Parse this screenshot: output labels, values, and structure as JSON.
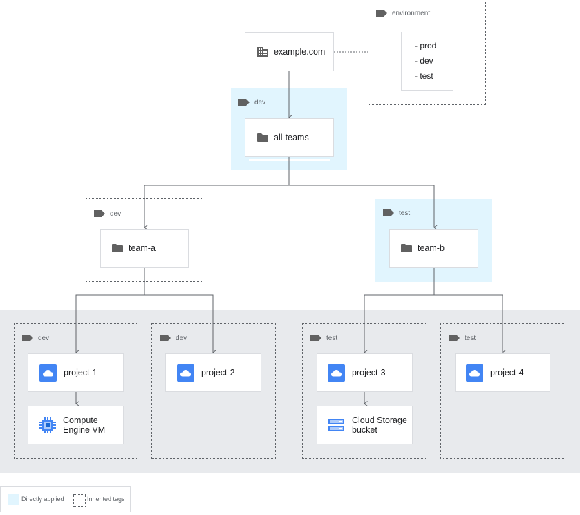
{
  "org": {
    "label": "example.com",
    "icon": "building-icon"
  },
  "environment_tag": {
    "key": "environment:",
    "values": [
      "- prod",
      "- dev",
      "- test"
    ]
  },
  "all_teams": {
    "tag": "dev",
    "label": "all-teams",
    "icon": "folder-icon",
    "applied": "direct"
  },
  "team_a": {
    "tag": "dev",
    "label": "team-a",
    "icon": "folder-icon",
    "applied": "inherited"
  },
  "team_b": {
    "tag": "test",
    "label": "team-b",
    "icon": "folder-icon",
    "applied": "direct"
  },
  "projects": [
    {
      "tag": "dev",
      "label": "project-1",
      "icon": "cloud-icon",
      "applied": "inherited",
      "child": {
        "label": "Compute\nEngine VM",
        "icon": "compute-chip-icon"
      }
    },
    {
      "tag": "dev",
      "label": "project-2",
      "icon": "cloud-icon",
      "applied": "inherited"
    },
    {
      "tag": "test",
      "label": "project-3",
      "icon": "cloud-icon",
      "applied": "inherited",
      "child": {
        "label": "Cloud Storage\nbucket",
        "icon": "storage-bucket-icon"
      }
    },
    {
      "tag": "test",
      "label": "project-4",
      "icon": "cloud-icon",
      "applied": "inherited"
    }
  ],
  "legend": {
    "direct": "Directly applied",
    "inherited": "Inherited tags"
  },
  "colors": {
    "direct_fill": "#e1f5fe",
    "band": "#e8eaed",
    "cloud_blue": "#4285f4",
    "icon_grey": "#616161",
    "line": "#5f6368"
  }
}
